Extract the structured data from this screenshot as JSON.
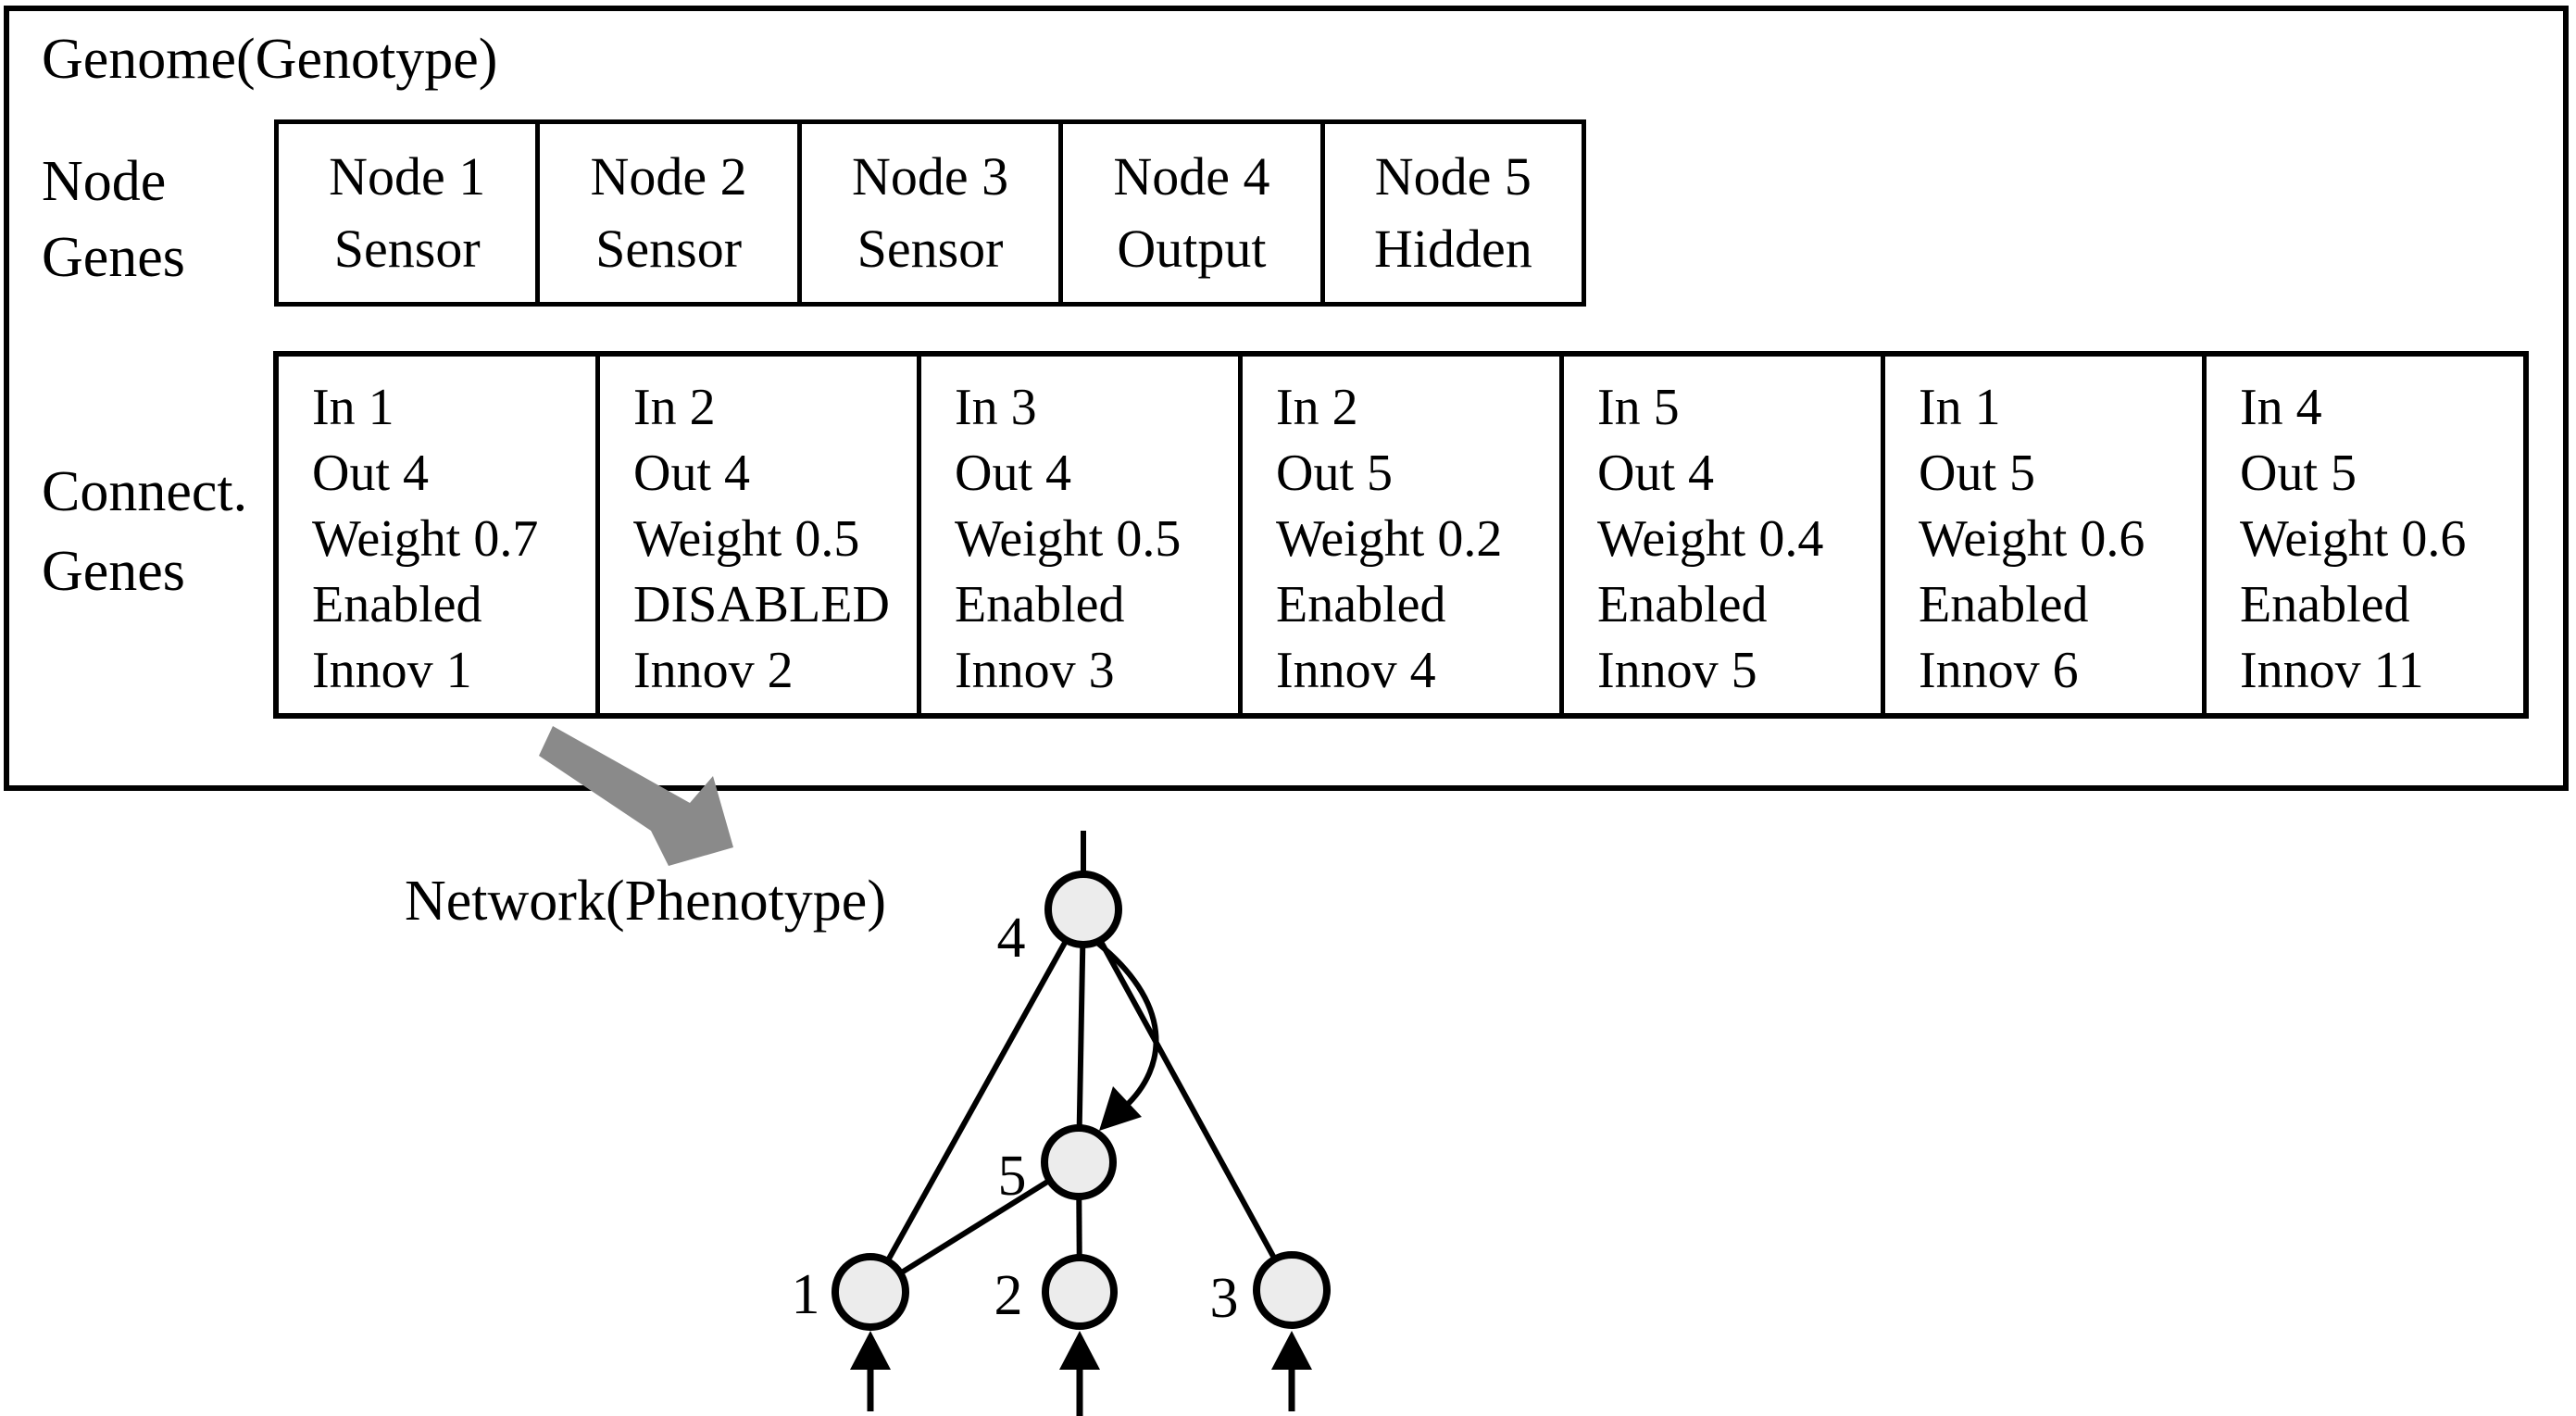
{
  "figure": {
    "genome_title": "Genome(Genotype)",
    "node_genes_label": {
      "line1": "Node",
      "line2": "Genes"
    },
    "connect_genes_label": {
      "line1": "Connect.",
      "line2": "Genes"
    },
    "network_label": "Network(Phenotype)"
  },
  "node_genes": [
    {
      "name": "Node 1",
      "type": "Sensor"
    },
    {
      "name": "Node 2",
      "type": "Sensor"
    },
    {
      "name": "Node 3",
      "type": "Sensor"
    },
    {
      "name": "Node 4",
      "type": "Output"
    },
    {
      "name": "Node 5",
      "type": "Hidden"
    }
  ],
  "connect_genes": [
    {
      "in": "In 1",
      "out": "Out 4",
      "weight": "Weight 0.7",
      "status": "Enabled",
      "innov": "Innov 1"
    },
    {
      "in": "In 2",
      "out": "Out 4",
      "weight": "Weight 0.5",
      "status": "DISABLED",
      "innov": "Innov 2"
    },
    {
      "in": "In 3",
      "out": "Out 4",
      "weight": "Weight 0.5",
      "status": "Enabled",
      "innov": "Innov 3"
    },
    {
      "in": "In 2",
      "out": "Out 5",
      "weight": "Weight 0.2",
      "status": "Enabled",
      "innov": "Innov 4"
    },
    {
      "in": "In 5",
      "out": "Out 4",
      "weight": "Weight 0.4",
      "status": "Enabled",
      "innov": "Innov 5"
    },
    {
      "in": "In 1",
      "out": "Out 5",
      "weight": "Weight 0.6",
      "status": "Enabled",
      "innov": "Innov 6"
    },
    {
      "in": "In 4",
      "out": "Out 5",
      "weight": "Weight 0.6",
      "status": "Enabled",
      "innov": "Innov 11"
    }
  ],
  "network": {
    "nodes": [
      {
        "label": "4",
        "role": "output"
      },
      {
        "label": "5",
        "role": "hidden"
      },
      {
        "label": "1",
        "role": "sensor"
      },
      {
        "label": "2",
        "role": "sensor"
      },
      {
        "label": "3",
        "role": "sensor"
      }
    ],
    "edges": [
      {
        "from": "1",
        "to": "4"
      },
      {
        "from": "3",
        "to": "4"
      },
      {
        "from": "1",
        "to": "5"
      },
      {
        "from": "2",
        "to": "5"
      },
      {
        "from": "5",
        "to": "4"
      },
      {
        "from": "4",
        "to": "5",
        "style": "curved-arrow"
      }
    ]
  },
  "colors": {
    "node_fill": "#ececec",
    "arrow_gray": "#8a8a8a",
    "line": "#000000"
  }
}
